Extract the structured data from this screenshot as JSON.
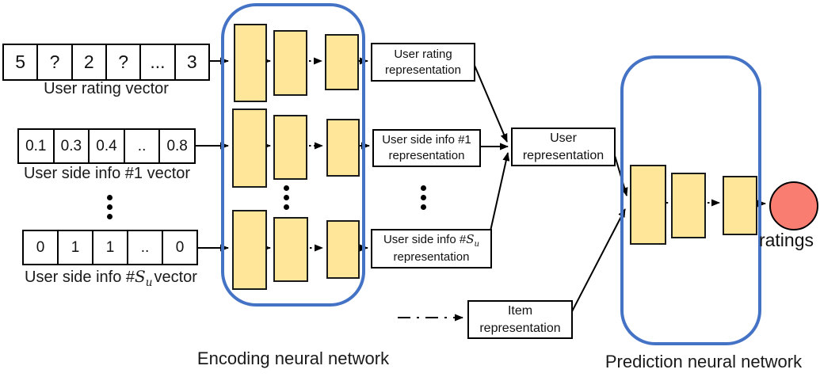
{
  "colors": {
    "node_fill": "#FFE699",
    "frame_stroke": "#4472C4",
    "output_fill": "#FA7D72"
  },
  "vectors": [
    {
      "cells": [
        "5",
        "?",
        "2",
        "?",
        "...",
        "3"
      ],
      "label": "User rating vector"
    },
    {
      "cells": [
        "0.1",
        "0.3",
        "0.4",
        "..",
        "0.8"
      ],
      "label": "User side info #1 vector"
    },
    {
      "cells": [
        "0",
        "1",
        "1",
        "..",
        "0"
      ],
      "label_prefix": "User side info #",
      "label_variable": "S",
      "label_subscript": "u",
      "label_suffix": "vector"
    }
  ],
  "representations": [
    {
      "line1": "User rating",
      "line2": "representation"
    },
    {
      "line1": "User side info #1",
      "line2": "representation"
    },
    {
      "prefix": "User side info #",
      "variable": "S",
      "subscript": "u",
      "line2": "representation"
    }
  ],
  "user_representation": {
    "line1": "User",
    "line2": "representation"
  },
  "item_representation": {
    "line1": "Item",
    "line2": "representation"
  },
  "output": {
    "label": "ratings"
  },
  "sections": {
    "encoder_label": "Encoding neural network",
    "predictor_label": "Prediction neural network"
  }
}
